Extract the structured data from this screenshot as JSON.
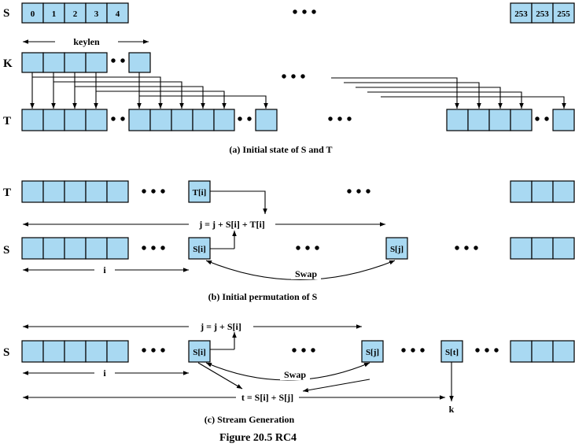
{
  "row_labels": {
    "s": "S",
    "k": "K",
    "t": "T"
  },
  "s_start_indices": [
    "0",
    "1",
    "2",
    "3",
    "4"
  ],
  "s_end_values": [
    "253",
    "253",
    "255"
  ],
  "ellipsis": "• • •",
  "ellipsis_short": "• •",
  "keylen": "keylen",
  "cells": {
    "ti": "T[i]",
    "si": "S[i]",
    "sj": "S[j]",
    "st": "S[t]"
  },
  "formula_b": "j = j + S[i] + T[i]",
  "formula_c": "j = j + S[i]",
  "formula_t": "t = S[i] + S[j]",
  "swap": "Swap",
  "i_label": "i",
  "k_label": "k",
  "captions": {
    "a": "(a) Initial state of S and T",
    "b": "(b) Initial permutation of S",
    "c": "(c) Stream Generation"
  },
  "figure_title": "Figure 20.5  RC4"
}
